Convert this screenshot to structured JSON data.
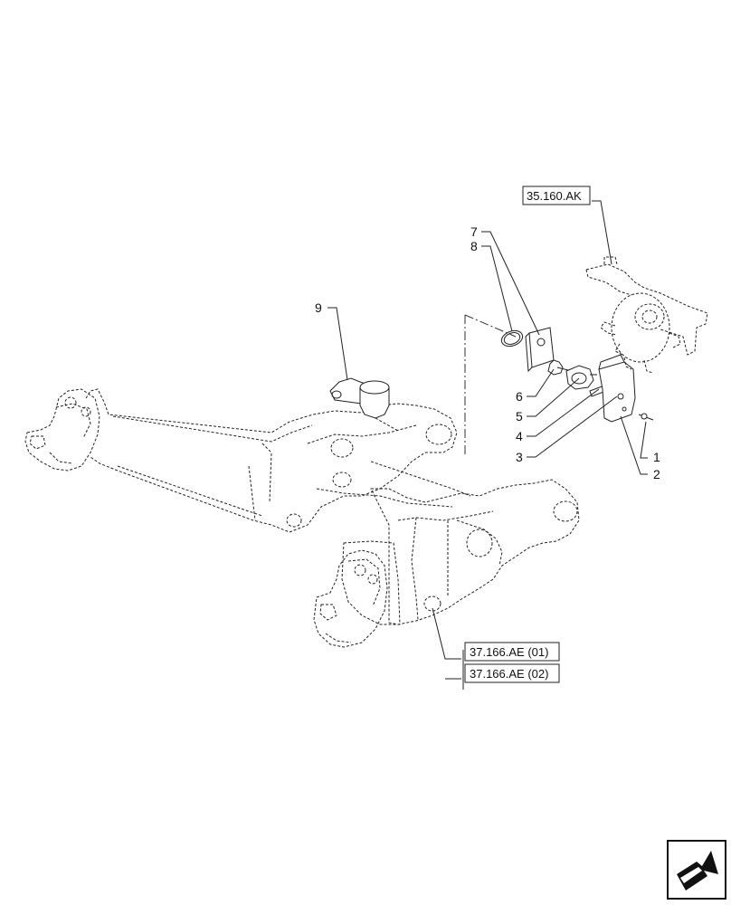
{
  "callouts": [
    {
      "id": "c1",
      "label": "1"
    },
    {
      "id": "c2",
      "label": "2"
    },
    {
      "id": "c3",
      "label": "3"
    },
    {
      "id": "c4",
      "label": "4"
    },
    {
      "id": "c5",
      "label": "5"
    },
    {
      "id": "c6",
      "label": "6"
    },
    {
      "id": "c7",
      "label": "7"
    },
    {
      "id": "c8",
      "label": "8"
    },
    {
      "id": "c9",
      "label": "9"
    }
  ],
  "references": {
    "top": "35.160.AK",
    "bottom_1": "37.166.AE (01)",
    "bottom_2": "37.166.AE (02)"
  },
  "nav_icon": "page-navigation-arrow-icon"
}
